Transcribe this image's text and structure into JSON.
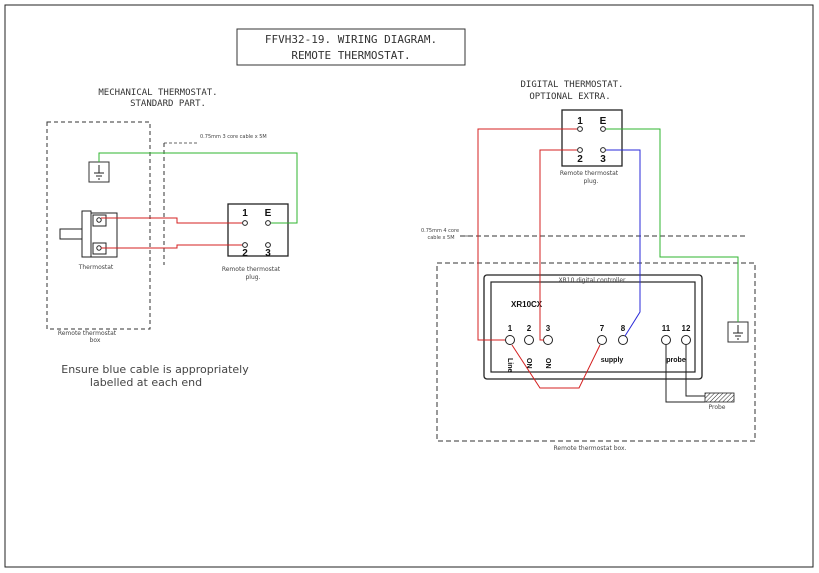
{
  "title": {
    "line1": "FFVH32-19. WIRING DIAGRAM.",
    "line2": "REMOTE THERMOSTAT."
  },
  "mechanical": {
    "heading1": "MECHANICAL THERMOSTAT.",
    "heading2": "STANDARD PART.",
    "cable_label": "0.75mm 3 core cable x 5M",
    "thermostat_label": "Thermostat",
    "box_label1": "Remote thermostat",
    "box_label2": "box",
    "plug_label1": "Remote thermostat",
    "plug_label2": "plug.",
    "plug_pins": {
      "p1": "1",
      "pe": "E",
      "p2": "2",
      "p3": "3"
    },
    "note_line1": "Ensure blue cable is appropriately",
    "note_line2": "labelled at each end"
  },
  "digital": {
    "heading1": "DIGITAL THERMOSTAT.",
    "heading2": "OPTIONAL EXTRA.",
    "cable_label1": "0.75mm 4 core",
    "cable_label2": "cable x 5M",
    "plug_label1": "Remote thermostat",
    "plug_label2": "plug.",
    "plug_pins": {
      "p1": "1",
      "pe": "E",
      "p2": "2",
      "p3": "3"
    },
    "controller_title": "XR10 digital controller",
    "controller_model": "XR10CX",
    "terminals": [
      "1",
      "2",
      "3",
      "7",
      "8",
      "11",
      "12"
    ],
    "label_line": "Line",
    "label_on1": "ON",
    "label_on2": "ON",
    "label_supply": "supply",
    "label_probe": "probe",
    "probe_label": "Probe",
    "box_label": "Remote thermostat box."
  },
  "colors": {
    "red": "#d42020",
    "green": "#2fb52f",
    "blue": "#2a2ad8",
    "line": "#222"
  }
}
